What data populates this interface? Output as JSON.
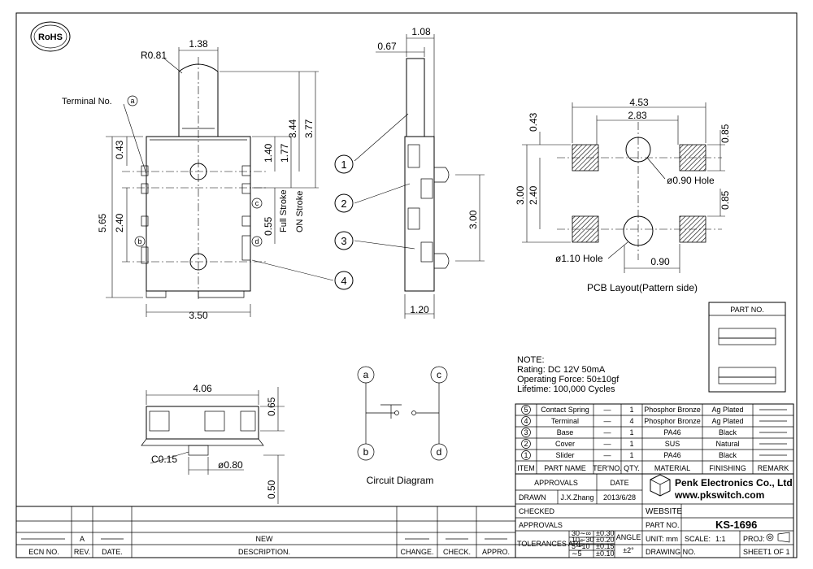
{
  "rohs_logo": "RoHS",
  "dims": {
    "r081": "R0.81",
    "w138": "1.38",
    "terminal": "Terminal No.",
    "terminal_a": "a",
    "d043": "0.43",
    "d565": "5.65",
    "d240": "2.40",
    "d140": "1.40",
    "d177": "1.77",
    "d344": "3.44",
    "d377": "3.77",
    "d055": "0.55",
    "full_stroke": "Full Stroke",
    "on_stroke": "ON Stroke",
    "w350": "3.50",
    "mark_b": "b",
    "mark_c": "c",
    "mark_d": "d",
    "side_108": "1.08",
    "side_067": "0.67",
    "side_300": "3.00",
    "side_120": "1.20",
    "pcb_453": "4.53",
    "pcb_283": "2.83",
    "pcb_043": "0.43",
    "pcb_085a": "0.85",
    "pcb_085b": "0.85",
    "pcb_300": "3.00",
    "pcb_240": "2.40",
    "pcb_hole090": "ø0.90 Hole",
    "pcb_hole110": "ø1.10 Hole",
    "pcb_090": "0.90",
    "pcb_title": "PCB Layout(Pattern side)",
    "bot_406": "4.06",
    "bot_065": "0.65",
    "bot_c015": "C0.15",
    "bot_080": "ø0.80",
    "bot_050": "0.50"
  },
  "callouts": [
    "1",
    "2",
    "3",
    "4"
  ],
  "circuit": {
    "a": "a",
    "b": "b",
    "c": "c",
    "d": "d",
    "title": "Circuit Diagram"
  },
  "notes": {
    "heading": "NOTE:",
    "rating": "Rating: DC 12V 50mA",
    "force": "Operating Force: 50±10gf",
    "lifetime": "Lifetime: 100,000 Cycles"
  },
  "part_box_title": "PART NO.",
  "bom": {
    "headers": [
      "ITEM",
      "PART NAME",
      "TER'NO.",
      "QTY.",
      "MATERIAL",
      "FINISHING",
      "REMARK"
    ],
    "rows": [
      {
        "item": "5",
        "name": "Contact Spring",
        "ter": "—",
        "qty": "1",
        "material": "Phosphor Bronze",
        "finish": "Ag Plated"
      },
      {
        "item": "4",
        "name": "Terminal",
        "ter": "—",
        "qty": "4",
        "material": "Phosphor Bronze",
        "finish": "Ag Plated"
      },
      {
        "item": "3",
        "name": "Base",
        "ter": "—",
        "qty": "1",
        "material": "PA46",
        "finish": "Black"
      },
      {
        "item": "2",
        "name": "Cover",
        "ter": "—",
        "qty": "1",
        "material": "SUS",
        "finish": "Natural"
      },
      {
        "item": "1",
        "name": "Slider",
        "ter": "—",
        "qty": "1",
        "material": "PA46",
        "finish": "Black"
      }
    ]
  },
  "title_block": {
    "approvals": "APPROVALS",
    "date": "DATE",
    "drawn": "DRAWN",
    "drawn_by": "J.X.Zhang",
    "drawn_date": "2013/6/28",
    "checked": "CHECKED",
    "approvals2": "APPROVALS",
    "tolerances": "TOLERANCES ARE",
    "tol_ranges": [
      "30∼∞",
      "10∼30",
      "5∼10",
      "∼5"
    ],
    "tol_values": [
      "±0.30",
      "±0.20",
      "±0.15",
      "±0.10"
    ],
    "angle": "ANGLE",
    "angle_val": "±2°",
    "company": "Penk Electronics Co., Ltd",
    "web_url": "www.pkswitch.com",
    "website": "WEBSITE",
    "part_no": "PART NO.",
    "part_no_val": "KS-1696",
    "unit": "UNIT: mm",
    "scale": "SCALE:",
    "scale_val": "1:1",
    "proj": "PROJ:",
    "drawing_no": "DRAWING NO.",
    "sheet": "SHEET",
    "sheet_val": "1 OF 1"
  },
  "revision": {
    "headers": [
      "ECN NO.",
      "REV.",
      "DATE.",
      "DESCRIPTION.",
      "CHANGE.",
      "CHECK.",
      "APPRO."
    ],
    "rev_a": "A",
    "new": "NEW"
  }
}
